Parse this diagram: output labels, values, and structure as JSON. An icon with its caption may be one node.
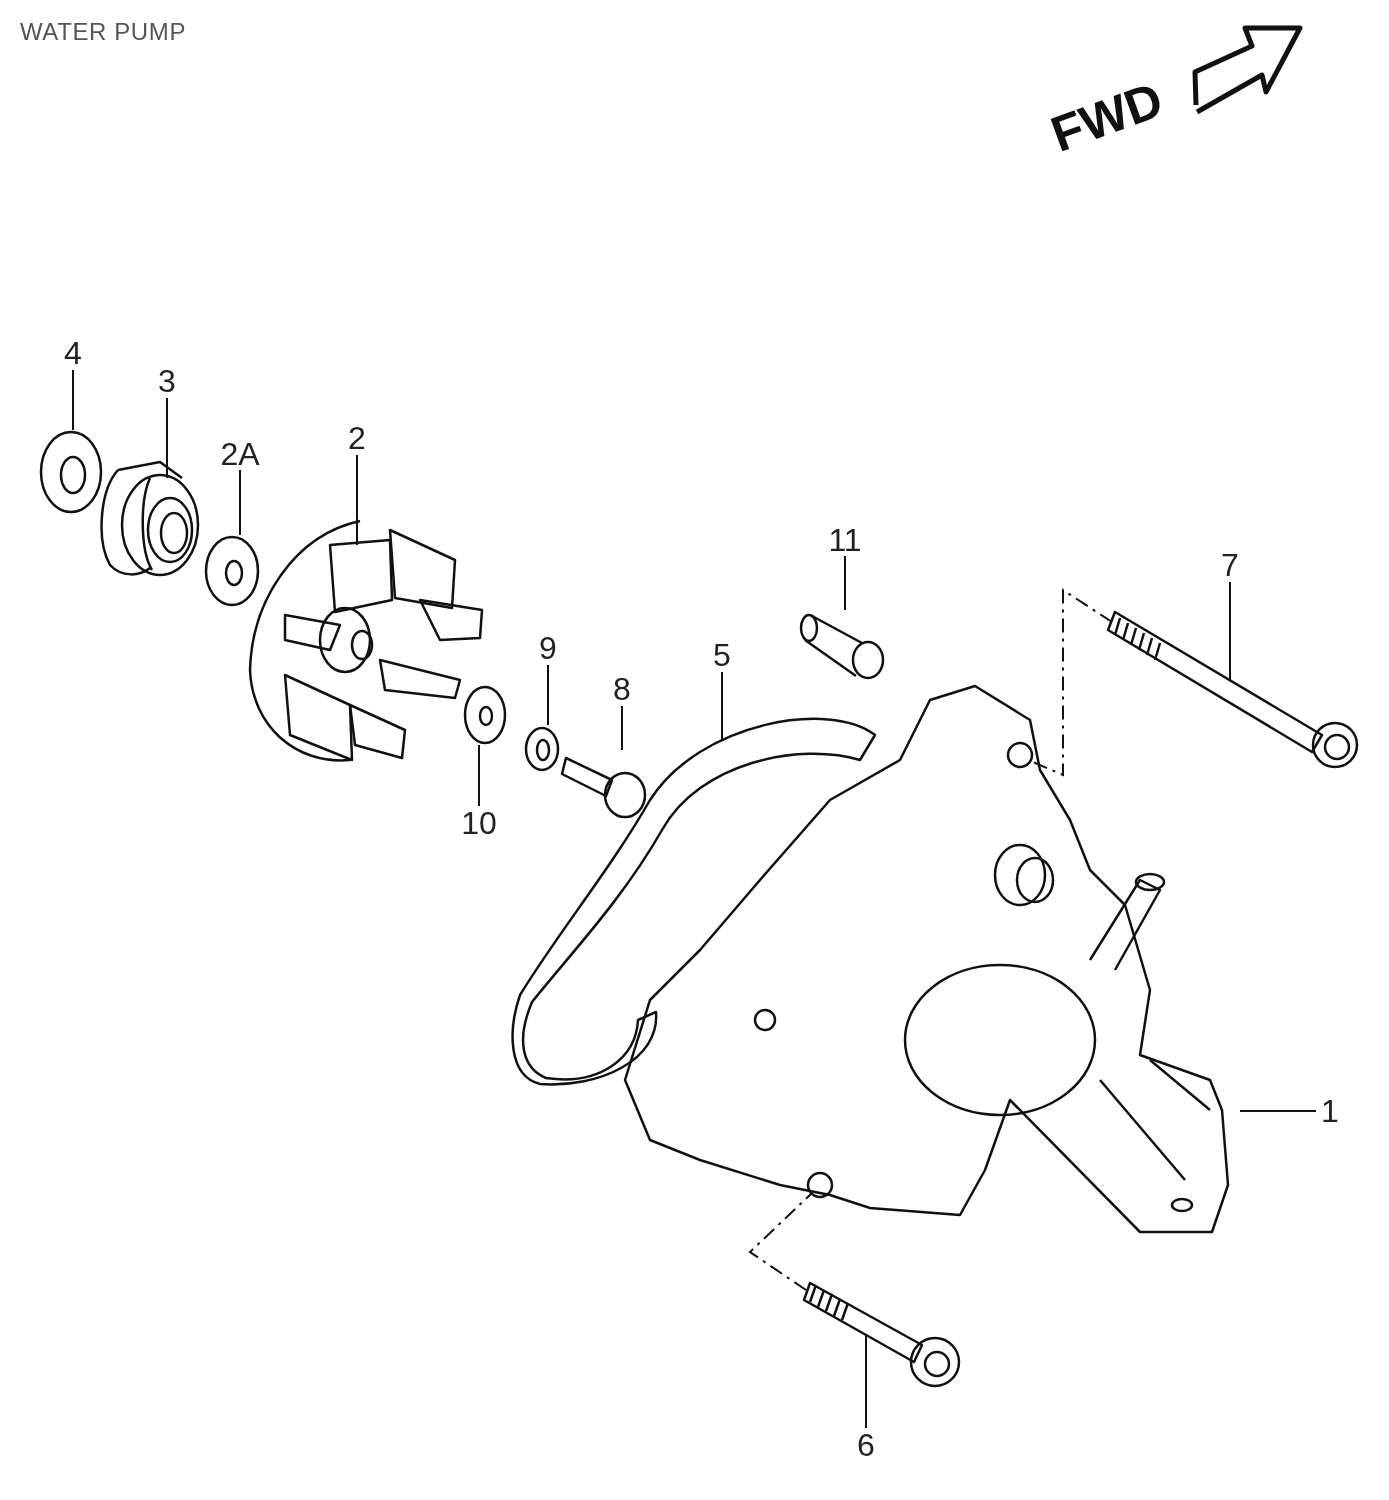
{
  "diagram": {
    "title": "WATER PUMP",
    "nodes": [
      {
        "text": [
          "4"
        ]
      },
      {
        "text": [],
        "shape": "picture"
      },
      {
        "text": [
          "3"
        ]
      },
      {
        "text": [],
        "shape": "picture"
      },
      {
        "text": [
          "2A"
        ]
      },
      {
        "text": [],
        "shape": "picture"
      },
      {
        "text": [
          "2"
        ]
      },
      {
        "text": [],
        "shape": "picture"
      },
      {
        "text": [
          "11"
        ]
      },
      {
        "text": [],
        "shape": "picture"
      },
      {
        "text": [
          "7"
        ]
      },
      {
        "text": [],
        "shape": "picture"
      },
      {
        "text": [
          "9"
        ]
      },
      {
        "text": [],
        "shape": "picture"
      },
      {
        "text": [
          "5"
        ]
      },
      {
        "text": [],
        "shape": "picture"
      },
      {
        "text": [
          "8"
        ]
      },
      {
        "text": [],
        "shape": "picture"
      },
      {
        "text": [
          "10"
        ]
      },
      {
        "text": [],
        "shape": "picture"
      },
      {
        "text": [
          "1"
        ]
      },
      {
        "text": [],
        "shape": "picture"
      },
      {
        "text": [
          "6"
        ]
      },
      {
        "text": [],
        "shape": "picture"
      }
    ],
    "edges": [
      {
        "from": 0,
        "to": 1,
        "arrow": "none"
      },
      {
        "from": 2,
        "to": 3,
        "arrow": "none"
      },
      {
        "from": 4,
        "to": 5,
        "arrow": "none"
      },
      {
        "from": 6,
        "to": 7,
        "arrow": "none"
      },
      {
        "from": 8,
        "to": 9,
        "arrow": "none"
      },
      {
        "from": 10,
        "to": 11,
        "arrow": "none"
      },
      {
        "from": 12,
        "to": 13,
        "arrow": "none"
      },
      {
        "from": 14,
        "to": 15,
        "arrow": "none"
      },
      {
        "from": 16,
        "to": 17,
        "arrow": "none"
      },
      {
        "from": 18,
        "to": 19,
        "arrow": "none"
      },
      {
        "from": 20,
        "to": 21,
        "arrow": "none"
      },
      {
        "from": 22,
        "to": 23,
        "arrow": "none"
      },
      {
        "from": 11,
        "to": 21,
        "arrow": "none",
        "style": "dashed"
      },
      {
        "from": 23,
        "to": 21,
        "arrow": "none",
        "style": "dashed"
      }
    ],
    "labels": [
      "FWD"
    ]
  }
}
